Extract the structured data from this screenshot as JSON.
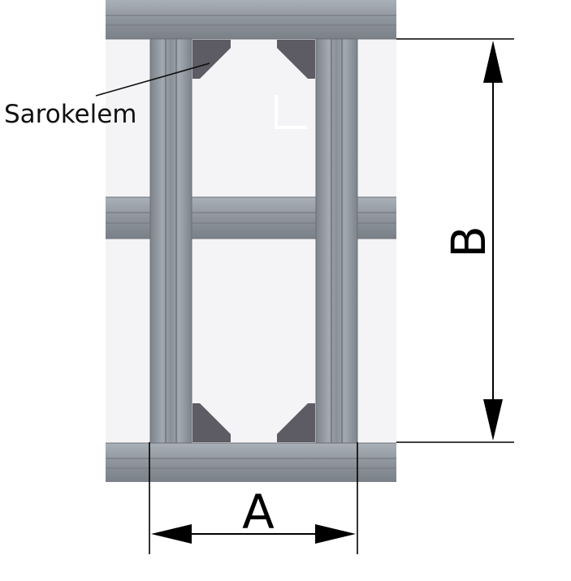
{
  "labels": {
    "corner_element": "Sarokelem",
    "dim_a": "A",
    "dim_b": "B"
  },
  "colors": {
    "background": "#ffffff",
    "panel": "#f4f4f6",
    "profile": "#8e949c",
    "profile_light": "#b9bec5",
    "profile_dark": "#6b7078",
    "gusset": "#5d5c65",
    "line": "#000000"
  }
}
